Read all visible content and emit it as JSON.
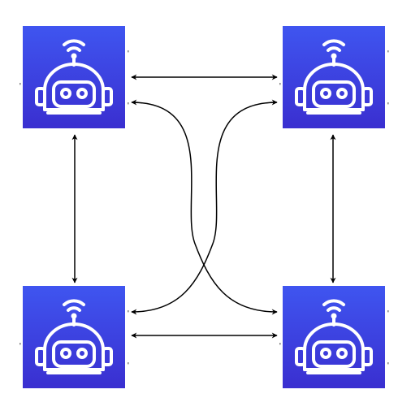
{
  "colors": {
    "background": "#ffffff",
    "tile_top": "#3f55f0",
    "tile_bottom": "#3a2fd0",
    "icon_stroke": "#ffffff",
    "connector": "#000000",
    "port_mark": "#8a8a8a"
  },
  "nodes": [
    {
      "id": "robot-top-left",
      "icon": "robot-wifi-icon"
    },
    {
      "id": "robot-top-right",
      "icon": "robot-wifi-icon"
    },
    {
      "id": "robot-bottom-left",
      "icon": "robot-wifi-icon"
    },
    {
      "id": "robot-bottom-right",
      "icon": "robot-wifi-icon"
    }
  ],
  "edges": [
    {
      "from": "robot-top-left",
      "to": "robot-top-right",
      "style": "straight",
      "arrows": "both"
    },
    {
      "from": "robot-bottom-left",
      "to": "robot-bottom-right",
      "style": "straight",
      "arrows": "both"
    },
    {
      "from": "robot-top-left",
      "to": "robot-bottom-left",
      "style": "straight",
      "arrows": "both"
    },
    {
      "from": "robot-top-right",
      "to": "robot-bottom-right",
      "style": "straight",
      "arrows": "both"
    },
    {
      "from": "robot-top-left",
      "to": "robot-bottom-right",
      "style": "curved",
      "arrows": "both"
    },
    {
      "from": "robot-top-right",
      "to": "robot-bottom-left",
      "style": "curved",
      "arrows": "both"
    }
  ]
}
